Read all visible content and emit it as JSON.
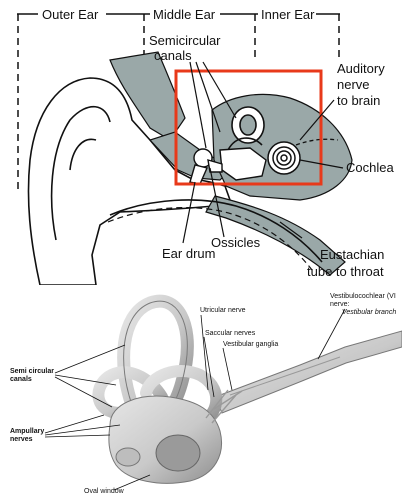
{
  "top_diagram": {
    "section_labels": {
      "outer_ear": "Outer Ear",
      "middle_ear": "Middle Ear",
      "inner_ear": "Inner Ear"
    },
    "labels": {
      "semicircular_line1": "Semicircular",
      "semicircular_line2": "canals",
      "auditory_line1": "Auditory",
      "auditory_line2": "nerve",
      "auditory_line3": "to brain",
      "cochlea": "Cochlea",
      "ossicles": "Ossicles",
      "ear_drum": "Ear drum",
      "eustachian_line1": "Eustachian",
      "eustachian_line2": "tube to throat"
    },
    "colors": {
      "highlight_box": "#e8391a",
      "canal_fill": "#9aa8a8",
      "outline": "#111111"
    }
  },
  "bottom_diagram": {
    "labels": {
      "utricular_nerve": "Utricular nerve",
      "saccular_nerves": "Saccular nerves",
      "vestibular_ganglia": "Vestibular ganglia",
      "vestibulocochlear_line1": "Vestibulocochlear (VI",
      "vestibulocochlear_line2": "nerve:",
      "vestibular_branch": "Vestibular branch",
      "semi_circular_line1": "Semi circular",
      "semi_circular_line2": "canals",
      "ampullary_line1": "Ampullary",
      "ampullary_line2": "nerves",
      "oval_window": "Oval window"
    },
    "colors": {
      "tissue_fill": "#c9c9c9",
      "tissue_dark": "#8e8e8e"
    }
  }
}
